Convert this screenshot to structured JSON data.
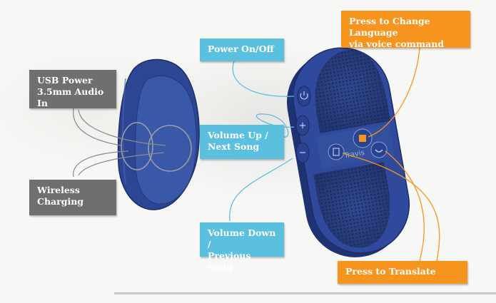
{
  "labels": {
    "usb_power": {
      "line1": "USB Power",
      "line2": "3.5mm Audio In"
    },
    "wireless_charging": {
      "line1": "Wireless",
      "line2": "Charging"
    },
    "power": {
      "line1": "Power On/Off"
    },
    "volume_up": {
      "line1": "Volume Up /",
      "line2": "Next Song"
    },
    "volume_down": {
      "line1": "Volume Down /",
      "line2": "Previous Song"
    },
    "change_language": {
      "line1": "Press to Change Language",
      "line2": "via voice command"
    },
    "translate": {
      "line1": "Press to Translate"
    }
  },
  "device": {
    "logo_text": "Travis"
  },
  "colors": {
    "gray_label": "#6f6f6f",
    "blue_label": "#5bc0de",
    "orange_label": "#f7941d",
    "device_body": "#2f4a9c",
    "device_dark": "#1e3272"
  },
  "icons": [
    "power-icon",
    "volume-up-icon",
    "volume-down-icon",
    "change-language-icon",
    "translate-icon"
  ]
}
